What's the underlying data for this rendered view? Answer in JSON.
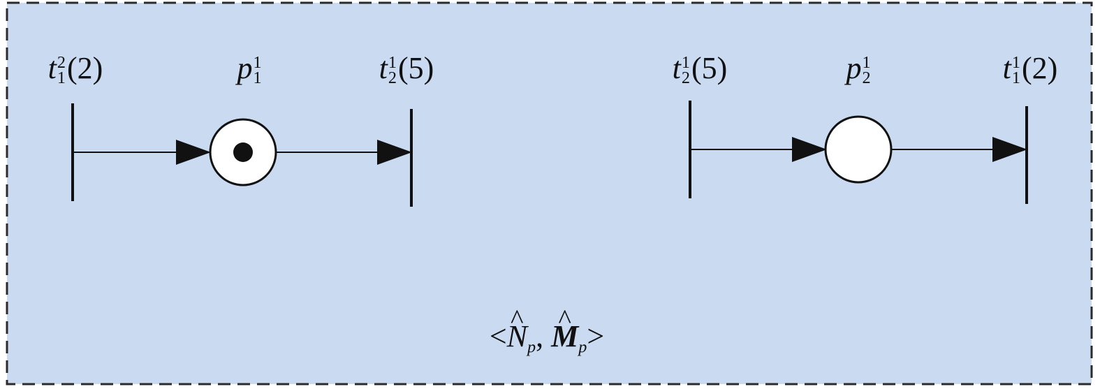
{
  "colors": {
    "background": "#c9daf1",
    "border": "#2b2b2b",
    "stroke": "#111111",
    "place_fill": "#ffffff",
    "token": "#111111"
  },
  "labels": {
    "t1_left": {
      "sym": "t",
      "sup": "2",
      "sub": "1",
      "paren": "(2)"
    },
    "p1": {
      "sym": "p",
      "sup": "1",
      "sub": "1",
      "paren": ""
    },
    "t2_left": {
      "sym": "t",
      "sup": "1",
      "sub": "2",
      "paren": "(5)"
    },
    "t2_right": {
      "sym": "t",
      "sup": "1",
      "sub": "2",
      "paren": "(5)"
    },
    "p2": {
      "sym": "p",
      "sup": "1",
      "sub": "2",
      "paren": ""
    },
    "t1_right": {
      "sym": "t",
      "sup": "1",
      "sub": "1",
      "paren": "(2)"
    }
  },
  "places": {
    "p1": {
      "tokens": 1
    },
    "p2": {
      "tokens": 0
    }
  },
  "caption": {
    "open": "<",
    "n_sym": "N",
    "n_sub": "p",
    "comma": ",",
    "m_sym": "M",
    "m_sub": "p",
    "close": ">",
    "hat": "^"
  }
}
